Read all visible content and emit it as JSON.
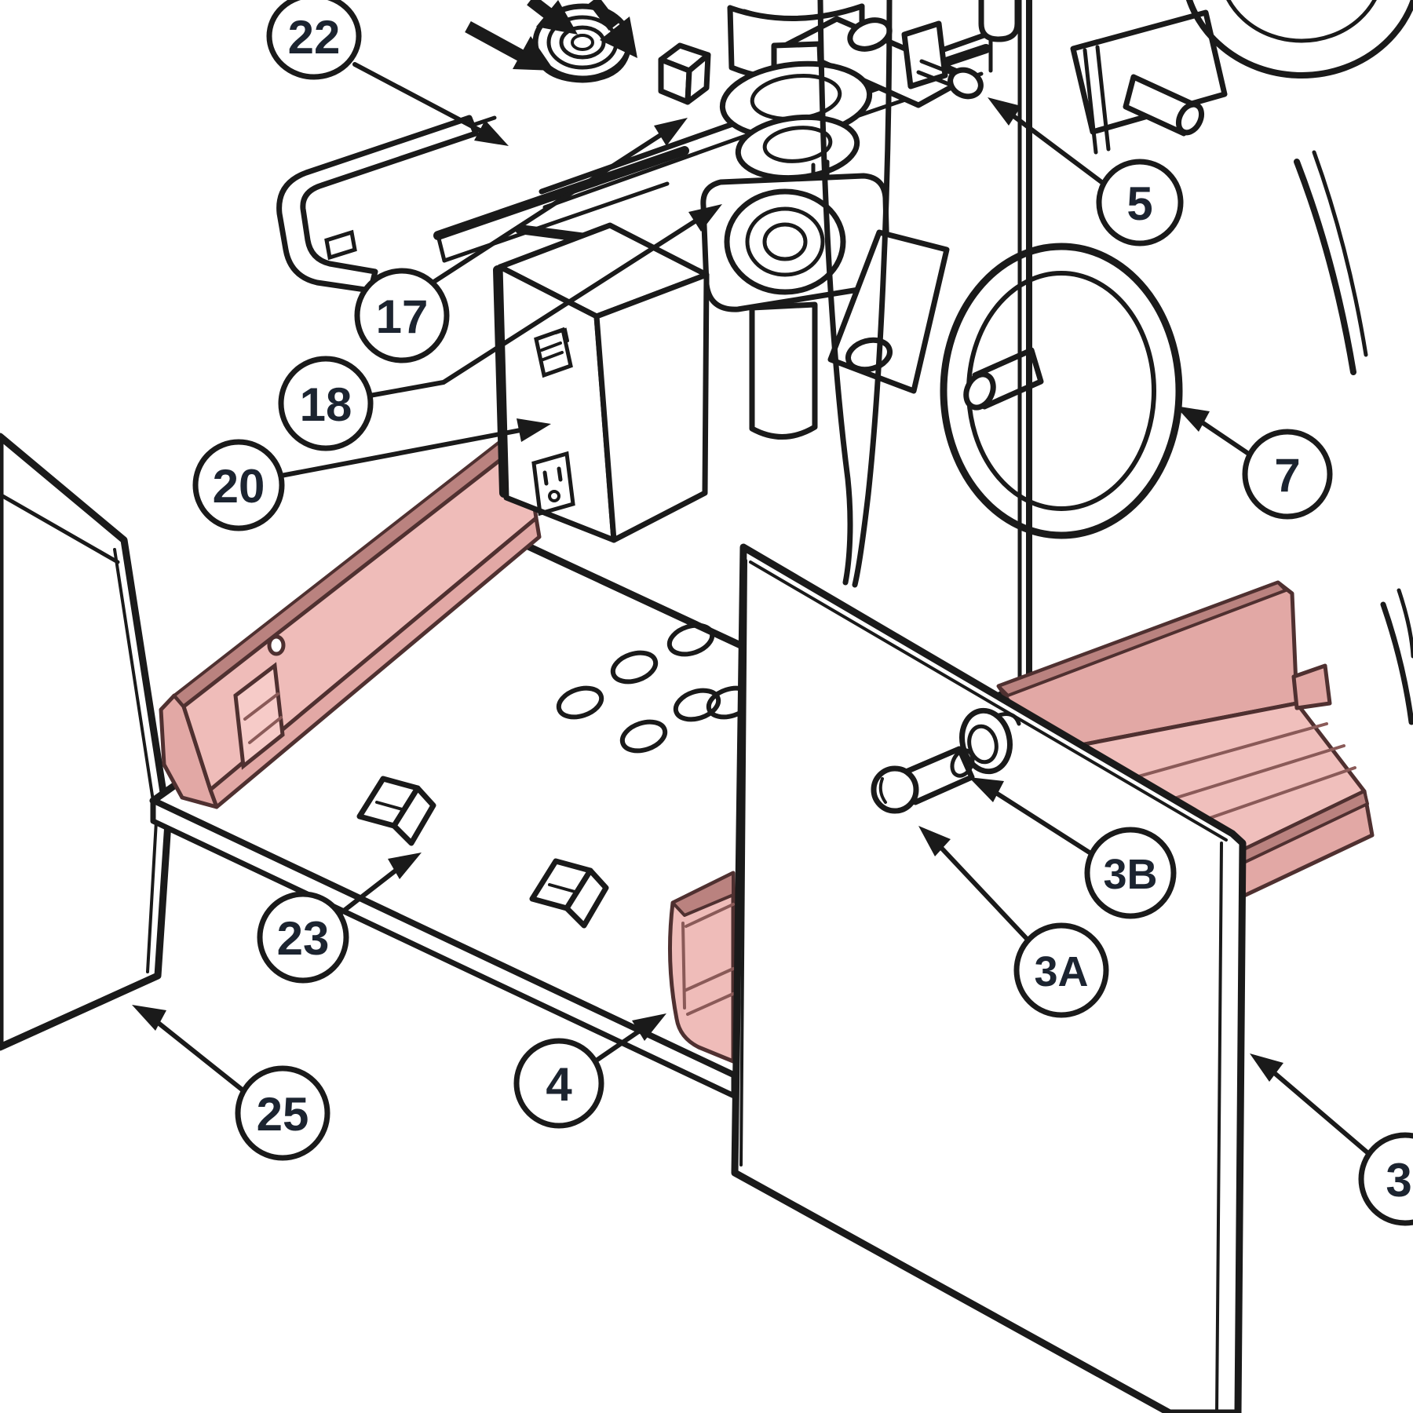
{
  "colors": {
    "background": "#ffffff",
    "line": "#1a1a1a",
    "highlight_fill": "#efbcb9",
    "highlight_shade": "#ba827f",
    "highlight_stroke": "#4f3030",
    "label_text": "#1c2430"
  },
  "callouts": [
    {
      "label": "22"
    },
    {
      "label": "17"
    },
    {
      "label": "18"
    },
    {
      "label": "20"
    },
    {
      "label": "5"
    },
    {
      "label": "7"
    },
    {
      "label": "23"
    },
    {
      "label": "25"
    },
    {
      "label": "4"
    },
    {
      "label": "3A"
    },
    {
      "label": "3B"
    },
    {
      "label": "3"
    }
  ]
}
